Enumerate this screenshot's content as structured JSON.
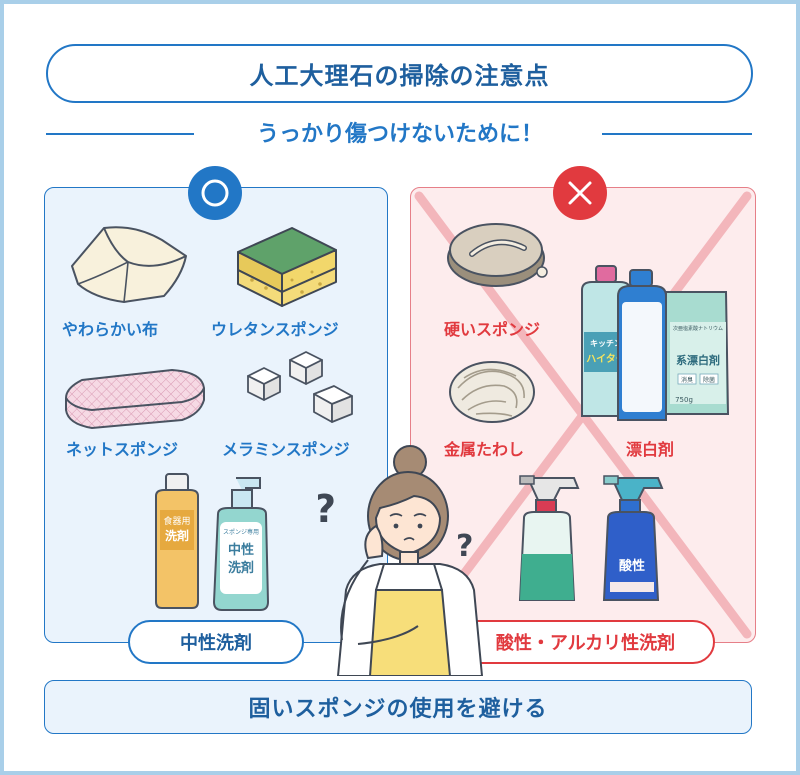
{
  "title": "人工大理石の掃除の注意点",
  "subtitle": "うっかり傷つけないために！",
  "ok_section": {
    "badge_icon": "circle-icon",
    "items": [
      {
        "label": "やわらかい布",
        "icon": "soft-cloth-icon"
      },
      {
        "label": "ウレタンスポンジ",
        "icon": "urethane-sponge-icon"
      },
      {
        "label": "ネットスポンジ",
        "icon": "net-sponge-icon"
      },
      {
        "label": "メラミンスポンジ",
        "icon": "melamine-sponge-icon"
      }
    ],
    "bottle_labels": {
      "bottle1": "食器用\n洗剤",
      "bottle2_small": "スポンジ専用",
      "bottle2_main": "中性\n洗剤"
    },
    "footer_label": "中性洗剤"
  },
  "ng_section": {
    "badge_icon": "cross-icon",
    "items": [
      {
        "label": "硬いスポンジ",
        "icon": "hard-sponge-icon"
      },
      {
        "label": "金属たわし",
        "icon": "steel-wool-icon"
      },
      {
        "label": "漂白剤",
        "icon": "bleach-bottles-icon"
      }
    ],
    "product_labels": {
      "bleach_bottle": "キッチン\nハイター",
      "bleach_bag_small": "次亜塩素酸ナトリウム",
      "bleach_bag_main": "系漂白剤",
      "bleach_bag_tags": [
        "消臭",
        "除菌"
      ],
      "bleach_bag_weight": "750g",
      "spray_acid": "酸性"
    },
    "footer_label": "酸性・アルカリ性洗剤"
  },
  "bottom_note": "固いスポンジの使用を避ける",
  "colors": {
    "accent_blue": "#2277c6",
    "accent_red": "#e13a3f",
    "frame": "#a9cfe9"
  }
}
